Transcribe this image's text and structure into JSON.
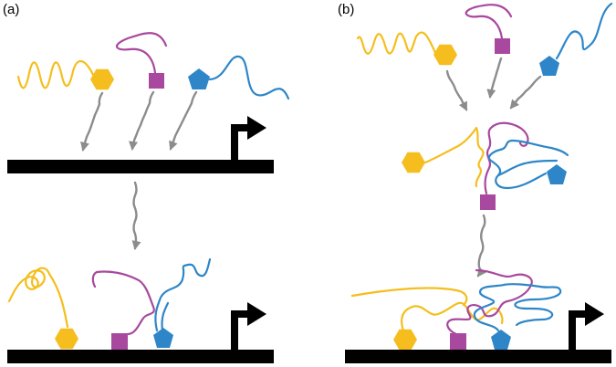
{
  "panels": {
    "a": {
      "label": "(a)"
    },
    "b": {
      "label": "(b)"
    }
  },
  "colors": {
    "yellow": "#F5BE1E",
    "magenta": "#A8489E",
    "blue": "#2E86C8",
    "arrow": "#8C8C8C",
    "dna": "#000000"
  },
  "shapes": {
    "yellow": "hexagon",
    "magenta": "square",
    "blue": "pentagon"
  }
}
